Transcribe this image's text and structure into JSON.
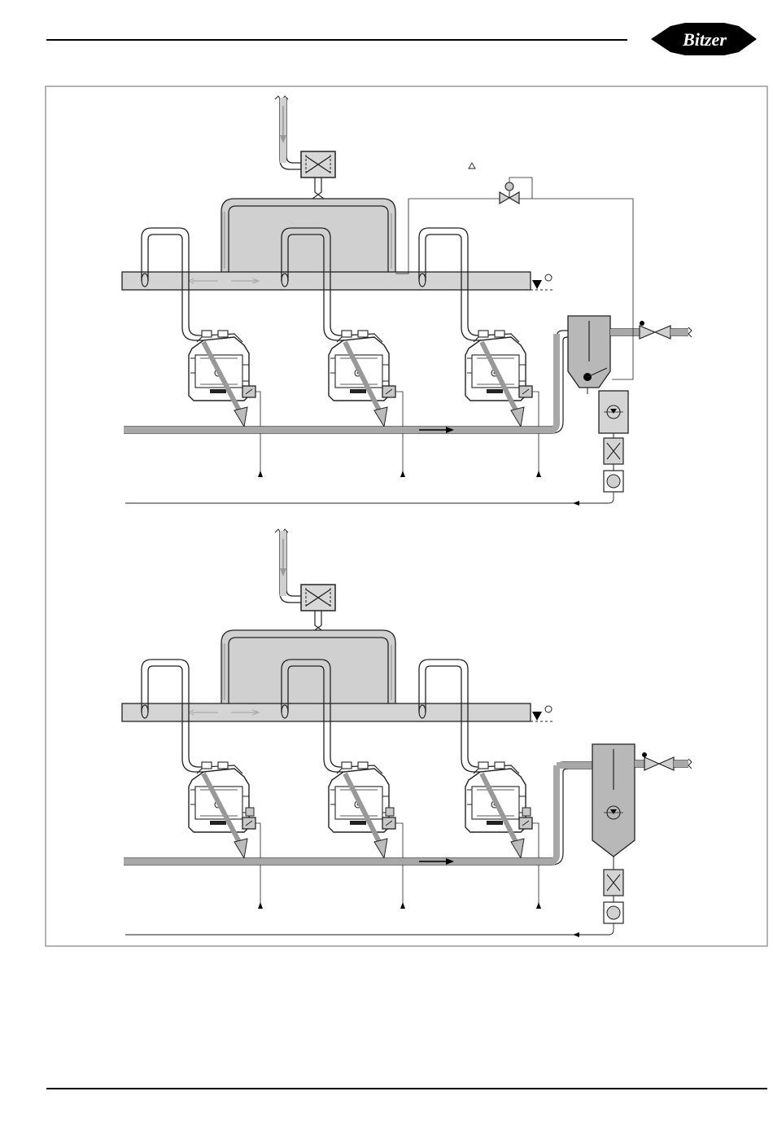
{
  "header": {
    "logo_text": "Bitzer",
    "logo_color": "#000000"
  },
  "colors": {
    "pipe_fill": "#d0d0d0",
    "pipe_dark": "#9a9a9a",
    "outline": "#222222",
    "frame": "#999999"
  },
  "diagram": {
    "has_text_labels": false,
    "panel_count": 2,
    "compressors_per_panel": 3
  }
}
